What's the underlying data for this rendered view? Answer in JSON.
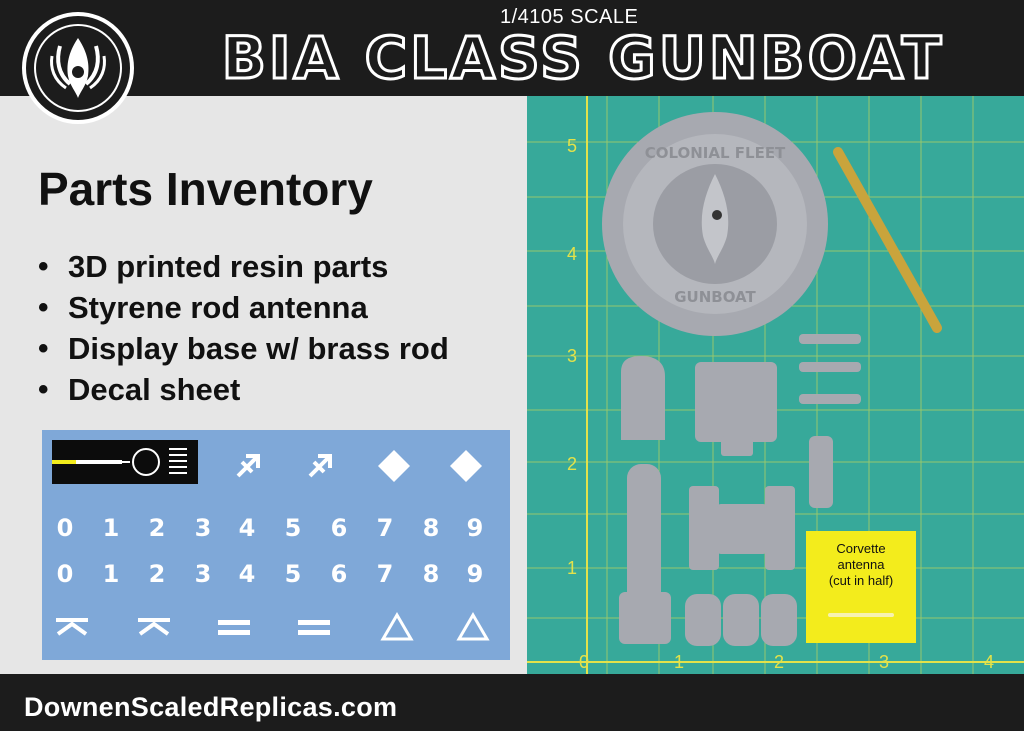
{
  "header": {
    "scale": "1/4105 SCALE",
    "title": "BIA CLASS GUNBOAT"
  },
  "inventory": {
    "title": "Parts Inventory",
    "bullet": "•",
    "items": [
      "3D printed resin parts",
      "Styrene rod antenna",
      "Display base w/ brass rod",
      "Decal sheet"
    ]
  },
  "decal_sheet": {
    "digits_row1": [
      "0",
      "1",
      "2",
      "3",
      "4",
      "5",
      "6",
      "7",
      "8",
      "9"
    ],
    "digits_row2": [
      "0",
      "1",
      "2",
      "3",
      "4",
      "5",
      "6",
      "7",
      "8",
      "9"
    ]
  },
  "photo": {
    "base_top_text": "COLONIAL FLEET",
    "base_bottom_text": "GUNBOAT",
    "ruler_left": [
      "5",
      "4",
      "3",
      "2",
      "1",
      "0"
    ],
    "ruler_bottom": [
      "1",
      "2",
      "3",
      "4"
    ],
    "note": [
      "Corvette",
      "antenna",
      "(cut in half)"
    ]
  },
  "footer": {
    "url": "DownenScaledReplicas.com"
  },
  "colors": {
    "background": "#1c1c1c",
    "panel": "#e6e6e6",
    "decal_blue": "#7fa8d8",
    "mat_green": "#37a99a",
    "grid_yellow": "#e3e24a",
    "resin_gray": "#a7a9b0",
    "brass": "#c9a43c",
    "note_yellow": "#f3ec1c"
  }
}
